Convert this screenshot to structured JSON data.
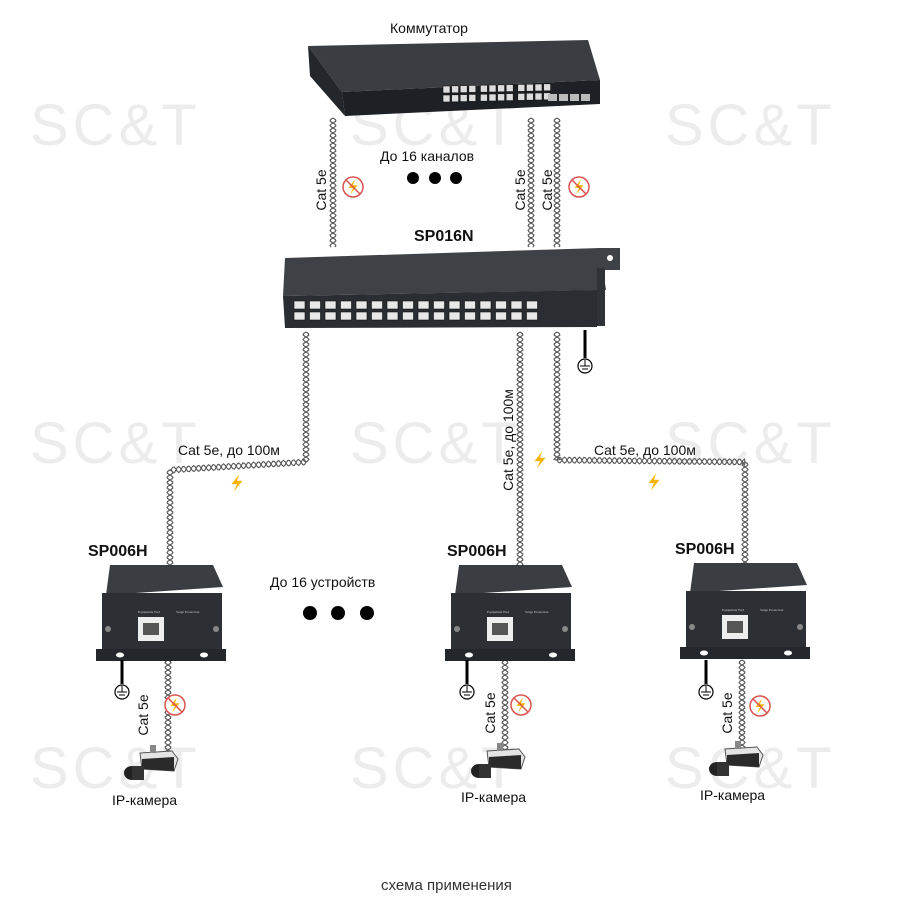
{
  "watermark": "SC&T",
  "switch": {
    "label": "Коммутатор"
  },
  "top_section": {
    "channels_label": "До 16 каналов",
    "cable_label": "Cat 5e"
  },
  "panel": {
    "label": "SP016N"
  },
  "runs": {
    "cable_label": "Cat 5e, до 100м"
  },
  "devices": {
    "label": "SP006H",
    "count_label": "До 16 устройств",
    "panel_text_left": "Equipment End",
    "panel_text_right": "Surge Protection"
  },
  "endpoints": {
    "cable_label": "Cat 5e",
    "camera_label": "IP-камера"
  },
  "caption": "схема применения",
  "colors": {
    "device": "#2e3236",
    "lightning": "#f5b400",
    "no_icon_ring": "#d9534f"
  }
}
